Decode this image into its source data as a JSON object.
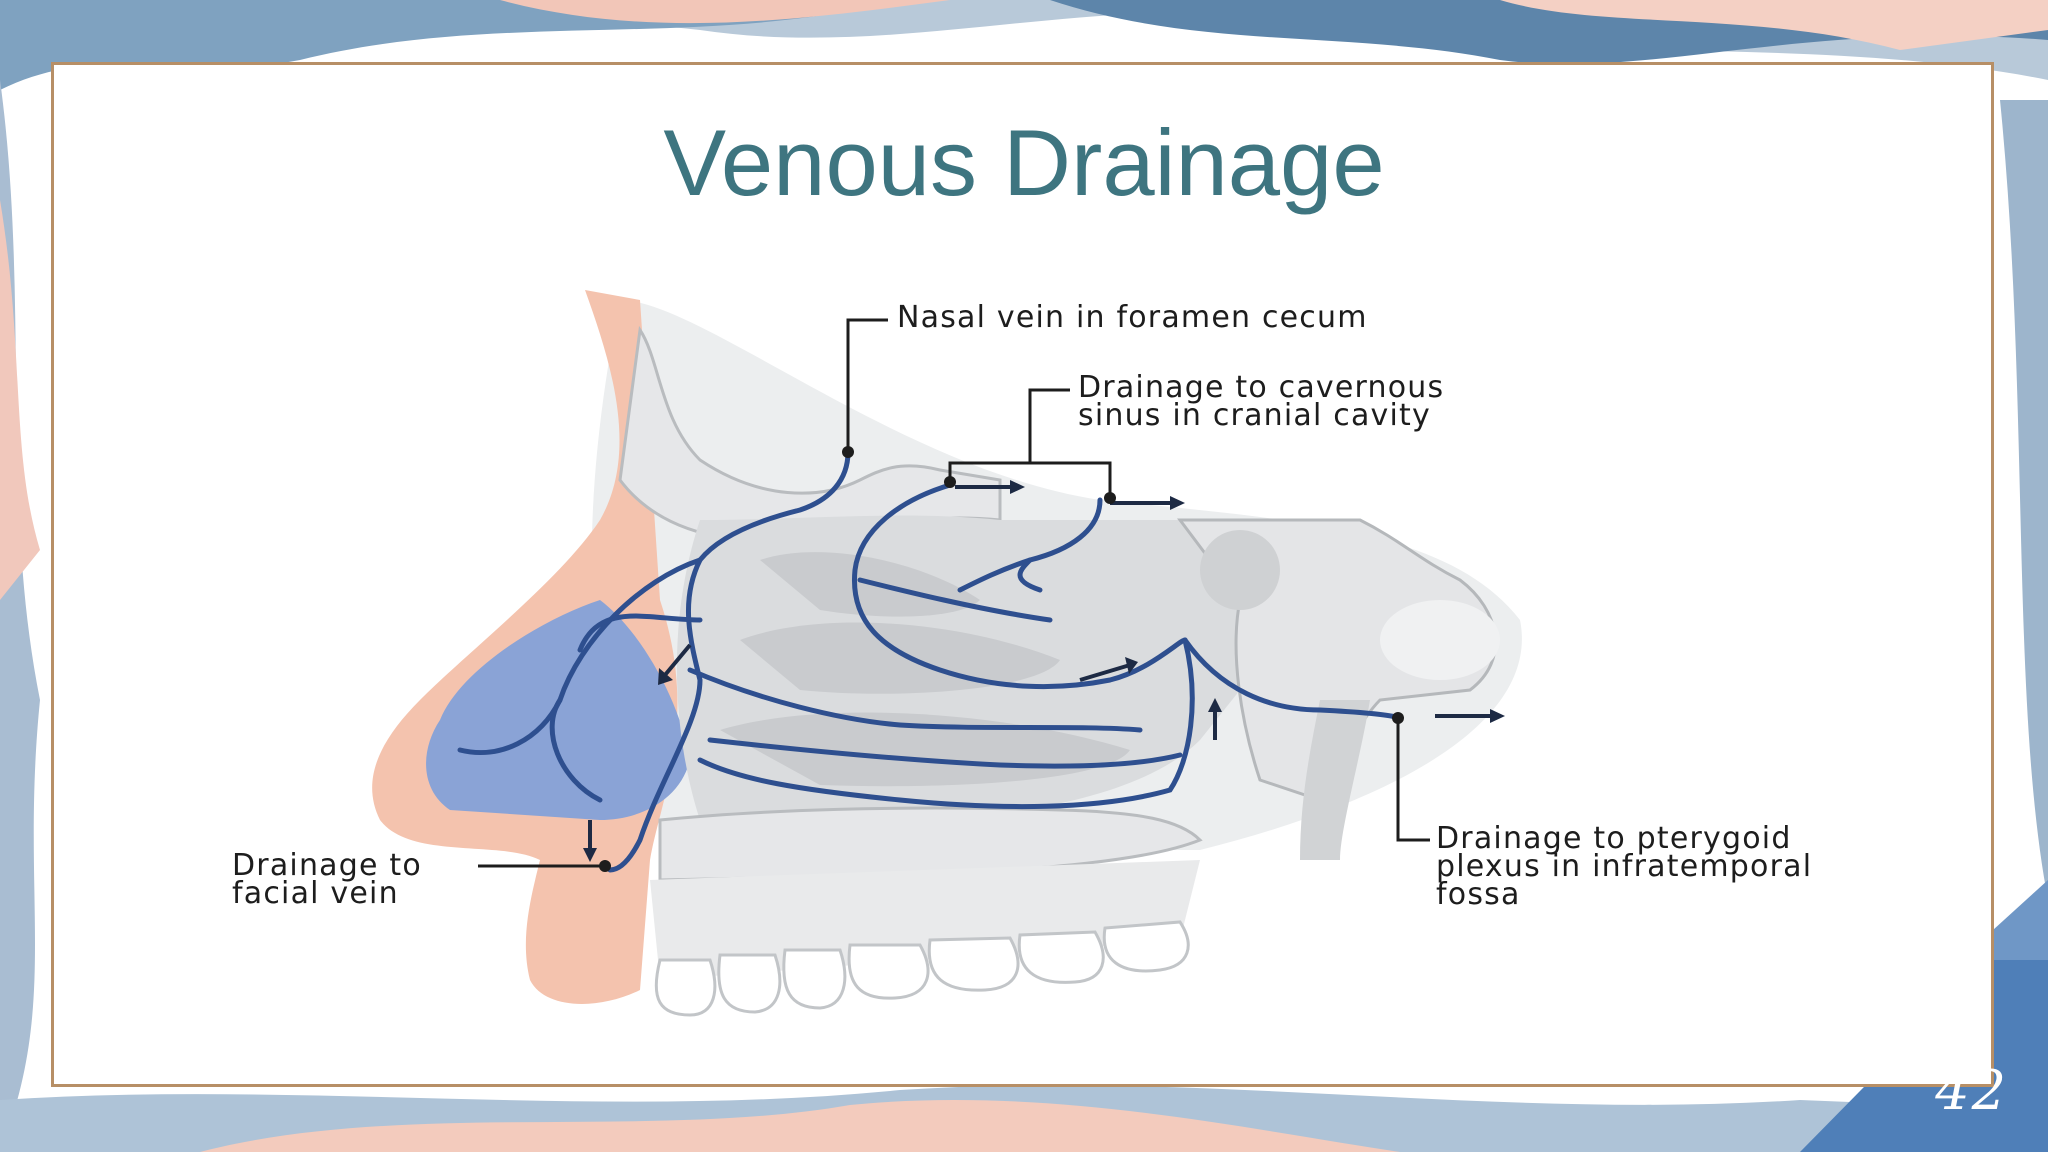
{
  "slide": {
    "title": "Venous Drainage",
    "page_number": "42"
  },
  "diagram": {
    "labels": {
      "nasal_vein": "Nasal vein in foramen cecum",
      "cavernous": "Drainage to cavernous\nsinus in cranial cavity",
      "facial": "Drainage to\nfacial vein",
      "pterygoid": "Drainage to pterygoid\nplexus in infratemporal\nfossa"
    }
  },
  "colors": {
    "title": "#3e7580",
    "frame_border": "#b78f66",
    "vein": "#2e4f8f",
    "skin": "#f4c3ae",
    "vestibule": "#8aa3d6",
    "bone_gray": "#d7d8da"
  }
}
